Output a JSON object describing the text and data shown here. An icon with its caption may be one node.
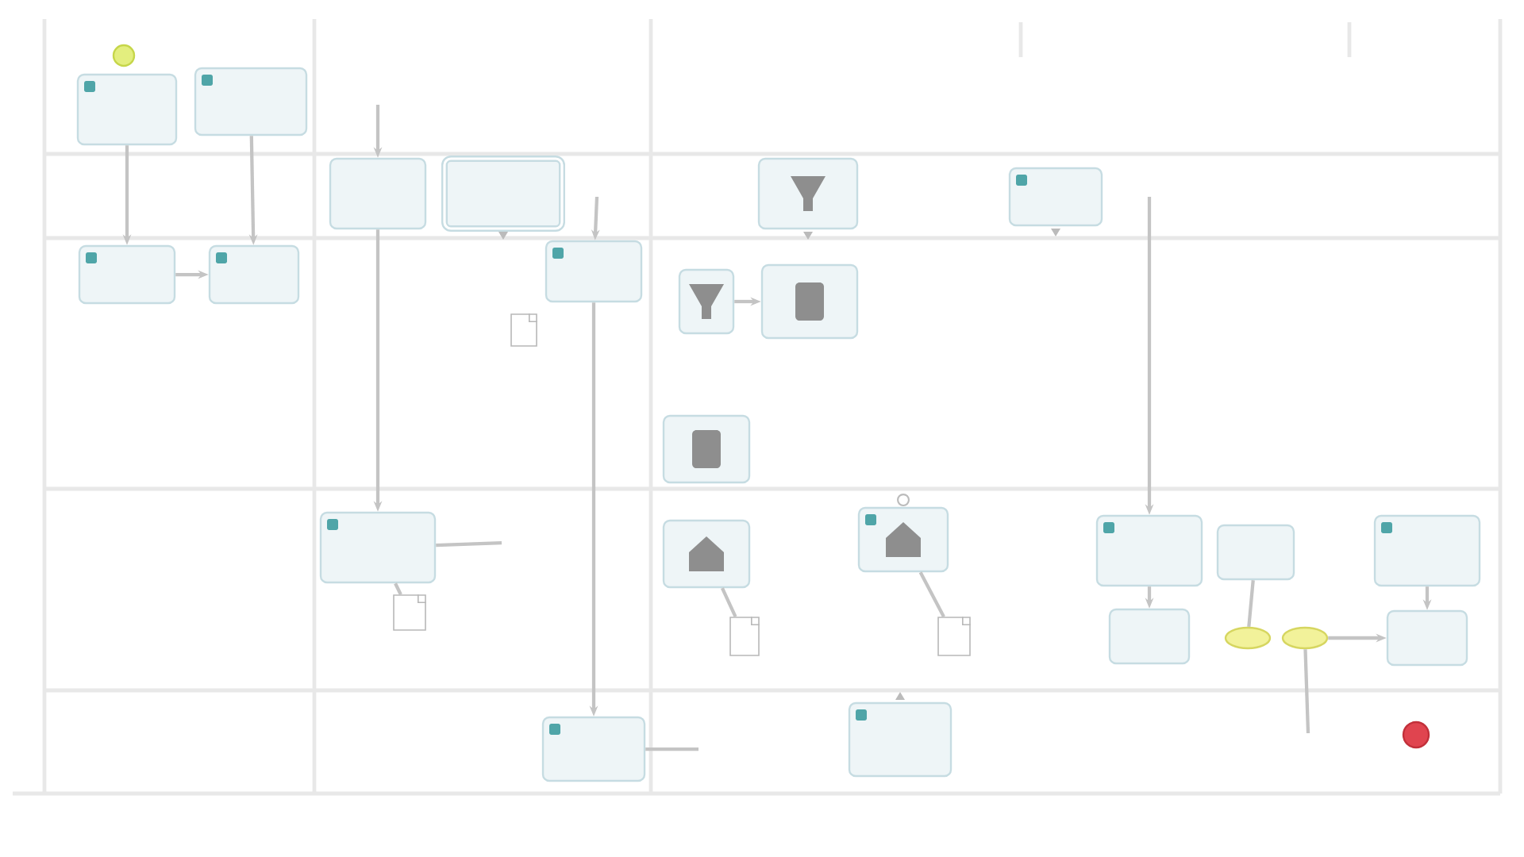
{
  "diagram": {
    "nodes": [
      {
        "text": [],
        "shape": "circle"
      },
      {
        "text": [],
        "shape": "box"
      },
      {
        "text": [],
        "shape": "box"
      },
      {
        "text": [],
        "shape": "box"
      },
      {
        "text": [],
        "shape": "box"
      },
      {
        "text": [],
        "shape": "box"
      },
      {
        "text": [],
        "shape": "box"
      },
      {
        "text": [],
        "shape": "box"
      },
      {
        "text": [],
        "shape": "box"
      },
      {
        "text": [],
        "shape": "box"
      },
      {
        "text": [],
        "shape": "box"
      },
      {
        "text": [],
        "shape": "box"
      },
      {
        "text": [],
        "shape": "document"
      },
      {
        "text": [],
        "shape": "box"
      },
      {
        "text": [],
        "shape": "box"
      },
      {
        "text": [],
        "shape": "box"
      },
      {
        "text": [],
        "shape": "box"
      },
      {
        "text": [],
        "shape": "box"
      },
      {
        "text": [],
        "shape": "box"
      },
      {
        "text": [],
        "shape": "box"
      },
      {
        "text": [],
        "shape": "document"
      },
      {
        "text": [],
        "shape": "document"
      },
      {
        "text": [],
        "shape": "document"
      },
      {
        "text": [],
        "shape": "box"
      },
      {
        "text": [],
        "shape": "circle"
      },
      {
        "text": [],
        "shape": "circle"
      },
      {
        "text": [],
        "shape": "box"
      },
      {
        "text": [],
        "shape": "box"
      },
      {
        "text": [],
        "shape": "box"
      },
      {
        "text": [],
        "shape": "circle"
      }
    ],
    "edges": [
      {
        "from": 1,
        "to": 7,
        "arrow": "to"
      },
      {
        "from": 2,
        "to": 8,
        "arrow": "to"
      },
      {
        "from": 7,
        "to": 8,
        "arrow": "to"
      },
      {
        "from": null,
        "to": 3,
        "arrow": "to"
      },
      {
        "from": 3,
        "to": 14,
        "arrow": "to"
      },
      {
        "from": null,
        "to": 9,
        "arrow": "to"
      },
      {
        "from": 9,
        "to": 27,
        "arrow": "to"
      },
      {
        "from": 10,
        "to": 11,
        "arrow": "to"
      },
      {
        "from": 14,
        "to": 20,
        "arrow": "none"
      },
      {
        "from": 14,
        "to": null,
        "arrow": "none"
      },
      {
        "from": 15,
        "to": 21,
        "arrow": "none"
      },
      {
        "from": 16,
        "to": 22,
        "arrow": "none"
      },
      {
        "from": null,
        "to": 17,
        "arrow": "to"
      },
      {
        "from": 17,
        "to": 23,
        "arrow": "to"
      },
      {
        "from": 18,
        "to": 24,
        "arrow": "none"
      },
      {
        "from": 25,
        "to": 26,
        "arrow": "to"
      },
      {
        "from": 25,
        "to": null,
        "arrow": "none"
      },
      {
        "from": 19,
        "to": 26,
        "arrow": "to"
      },
      {
        "from": 27,
        "to": null,
        "arrow": "none"
      }
    ]
  }
}
